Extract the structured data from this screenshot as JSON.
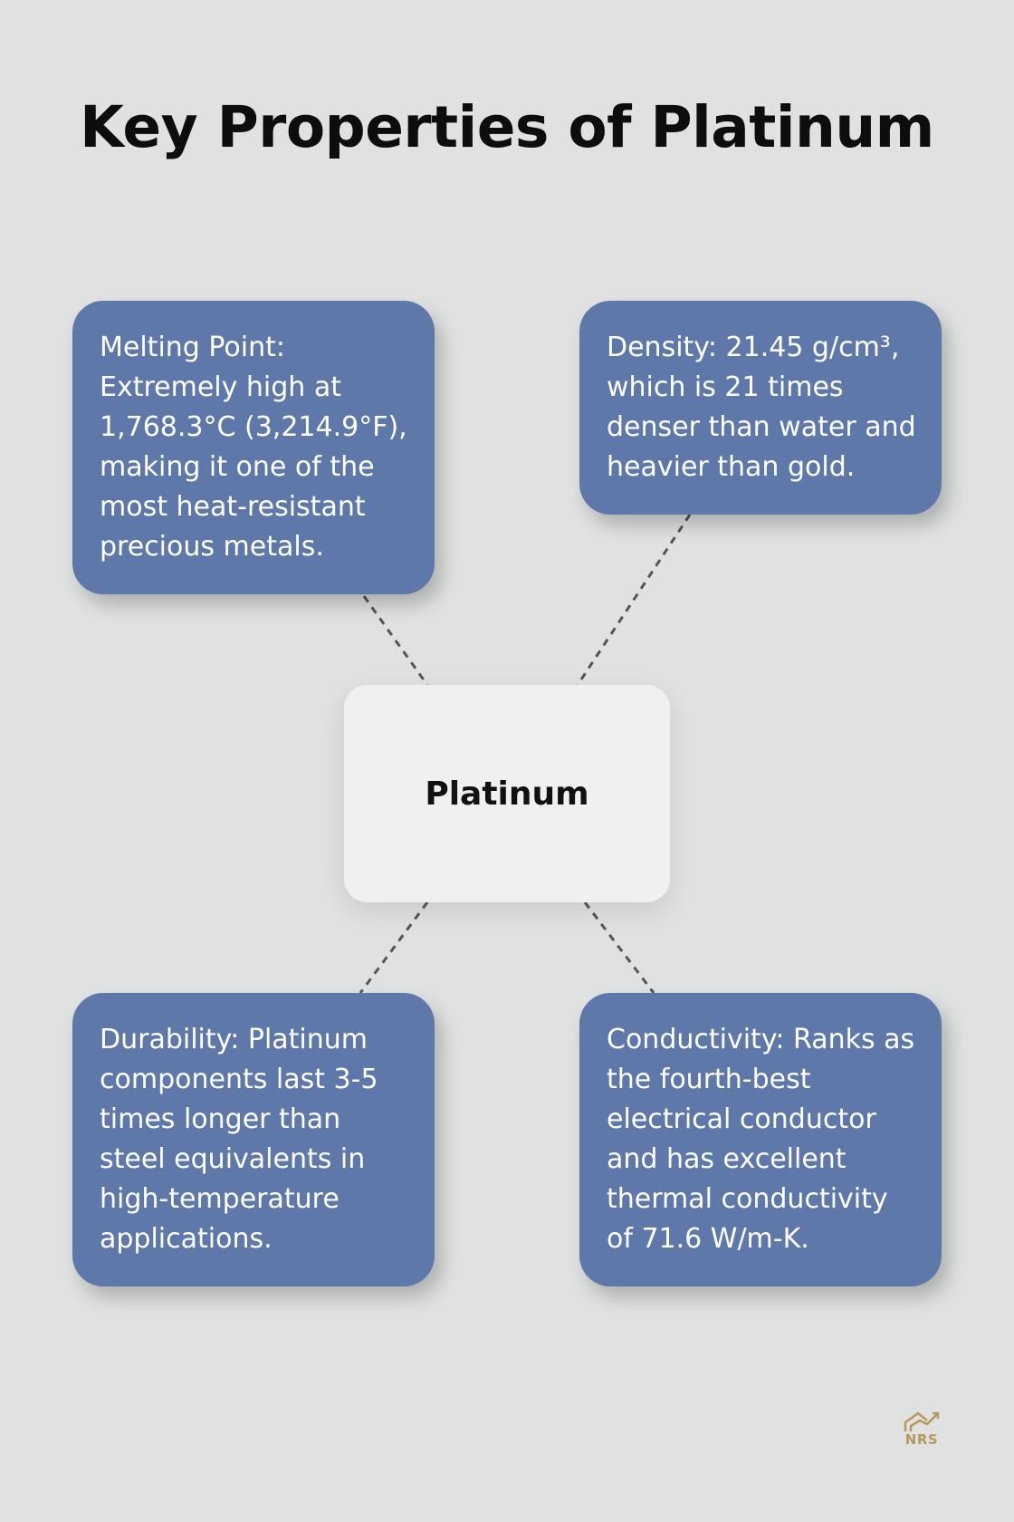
{
  "title": "Key Properties of Platinum",
  "center": {
    "label": "Platinum"
  },
  "properties": [
    {
      "text": "Melting Point: Extremely high at 1,768.3°C (3,214.9°F), making it one of the most heat-resistant precious metals."
    },
    {
      "text": "Density: 21.45 g/cm³, which is 21 times denser than water and heavier than gold."
    },
    {
      "text": "Durability: Platinum components last 3-5 times longer than steel equivalents in high-temperature applications."
    },
    {
      "text": "Conductivity: Ranks as the fourth-best electrical conductor and has excellent thermal conductivity of 71.6 W/m-K."
    }
  ],
  "logo": {
    "text": "NRS"
  },
  "colors": {
    "background": "#e0e2e2",
    "card": "#5f78aa",
    "center_node": "#eff0f2",
    "connector": "#555555",
    "logo": "#b8975e"
  }
}
